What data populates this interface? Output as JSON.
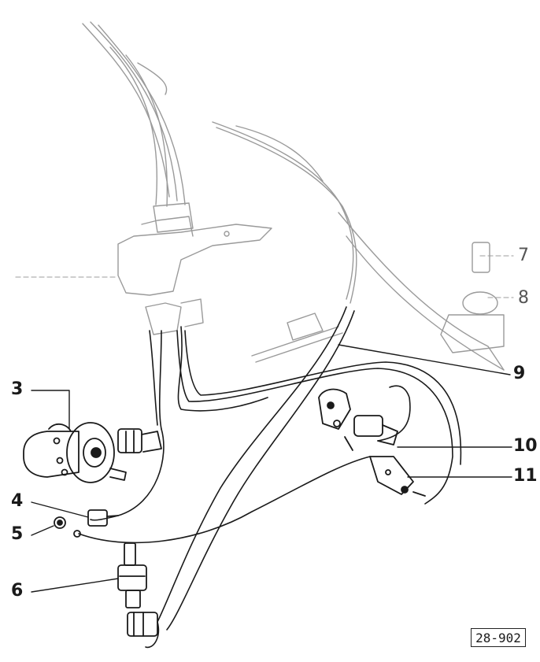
{
  "callouts": [
    {
      "id": "3",
      "text": "3"
    },
    {
      "id": "4",
      "text": "4"
    },
    {
      "id": "5",
      "text": "5"
    },
    {
      "id": "6",
      "text": "6"
    },
    {
      "id": "7",
      "text": "7"
    },
    {
      "id": "8",
      "text": "8"
    },
    {
      "id": "9",
      "text": "9"
    },
    {
      "id": "10",
      "text": "10"
    },
    {
      "id": "11",
      "text": "11"
    }
  ],
  "figure_reference": "28-902",
  "colors": {
    "ink": "#1a1a1a",
    "faint_ink": "#9a9a9a",
    "background": "#ffffff"
  }
}
